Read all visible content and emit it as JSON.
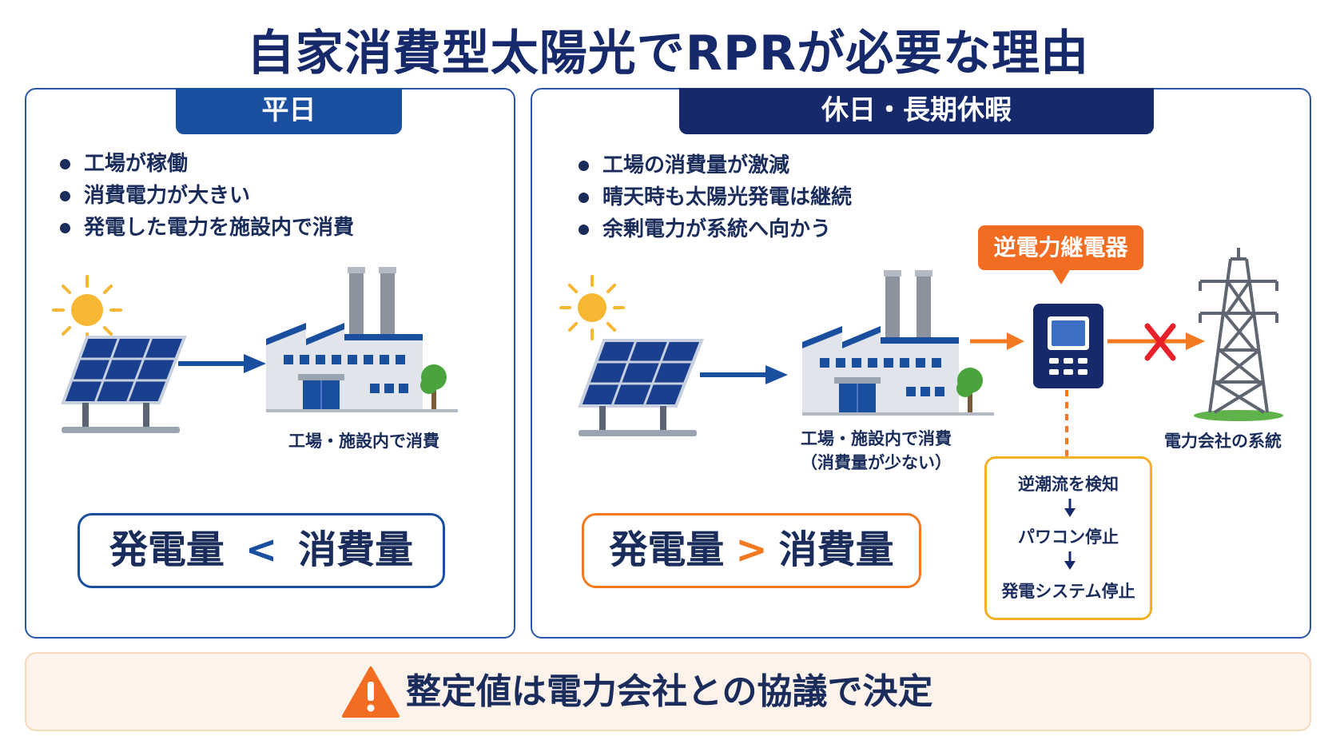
{
  "title": "自家消費型太陽光でRPRが必要な理由",
  "weekday": {
    "tab": "平日",
    "bullets": [
      "工場が稼働",
      "消費電力が大きい",
      "発電した電力を施設内で消費"
    ],
    "factory_caption": "工場・施設内で消費",
    "compare": {
      "left": "発電量",
      "op": "<",
      "right": "消費量"
    }
  },
  "holiday": {
    "tab": "休日・長期休暇",
    "bullets": [
      "工場の消費量が激減",
      "晴天時も太陽光発電は継続",
      "余剰電力が系統へ向かう"
    ],
    "factory_caption_line1": "工場・施設内で消費",
    "factory_caption_line2": "（消費量が少ない）",
    "relay_label": "逆電力継電器",
    "grid_caption": "電力会社の系統",
    "flow_steps": [
      "逆潮流を検知",
      "パワコン停止",
      "発電システム停止"
    ],
    "compare": {
      "left": "発電量",
      "op": ">",
      "right": "消費量"
    }
  },
  "footer_note": "整定値は電力会社との協議で決定",
  "colors": {
    "navy": "#15296b",
    "blue": "#1a4fa0",
    "orange": "#f26c22",
    "amber": "#f5b025",
    "red_x": "#e8202a",
    "sun": "#f7b733"
  }
}
